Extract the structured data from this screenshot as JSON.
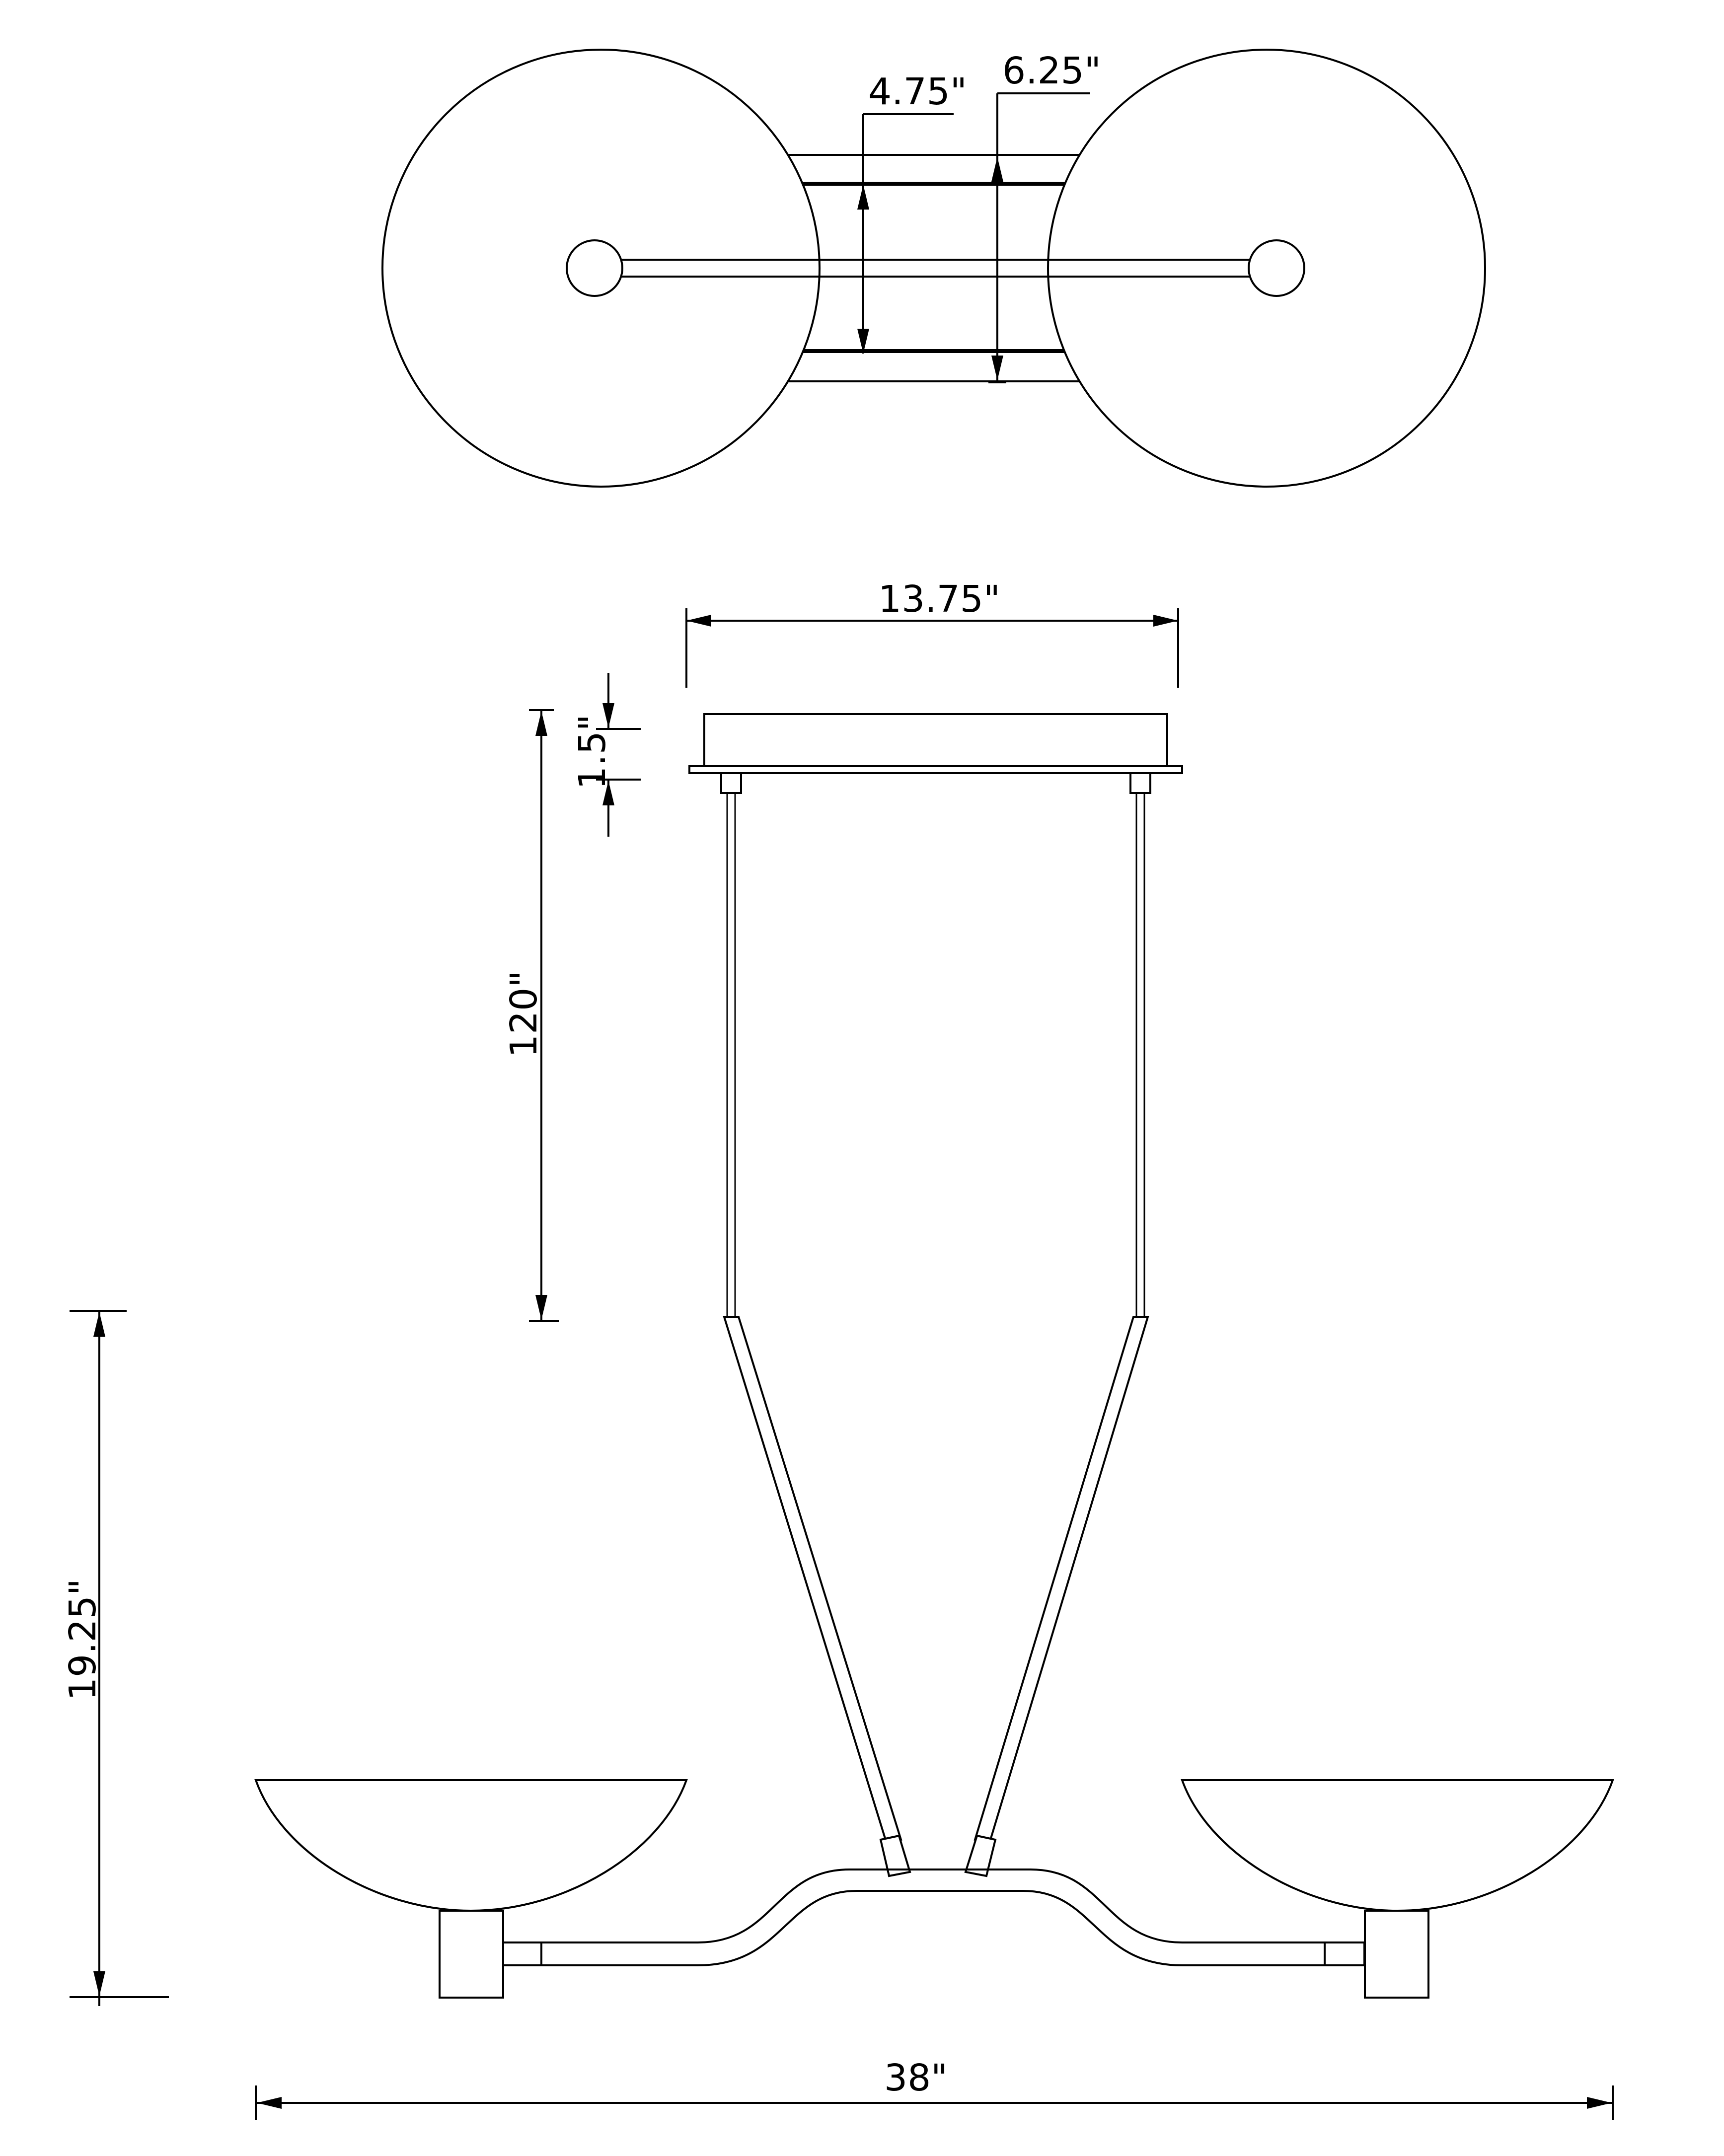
{
  "dimensions": {
    "top_inner": "4.75\"",
    "top_outer": "6.25\"",
    "canopy_width": "13.75\"",
    "canopy_height": "1.5\"",
    "cable_length": "120\"",
    "fixture_height": "19.25\"",
    "overall_width": "38\""
  }
}
